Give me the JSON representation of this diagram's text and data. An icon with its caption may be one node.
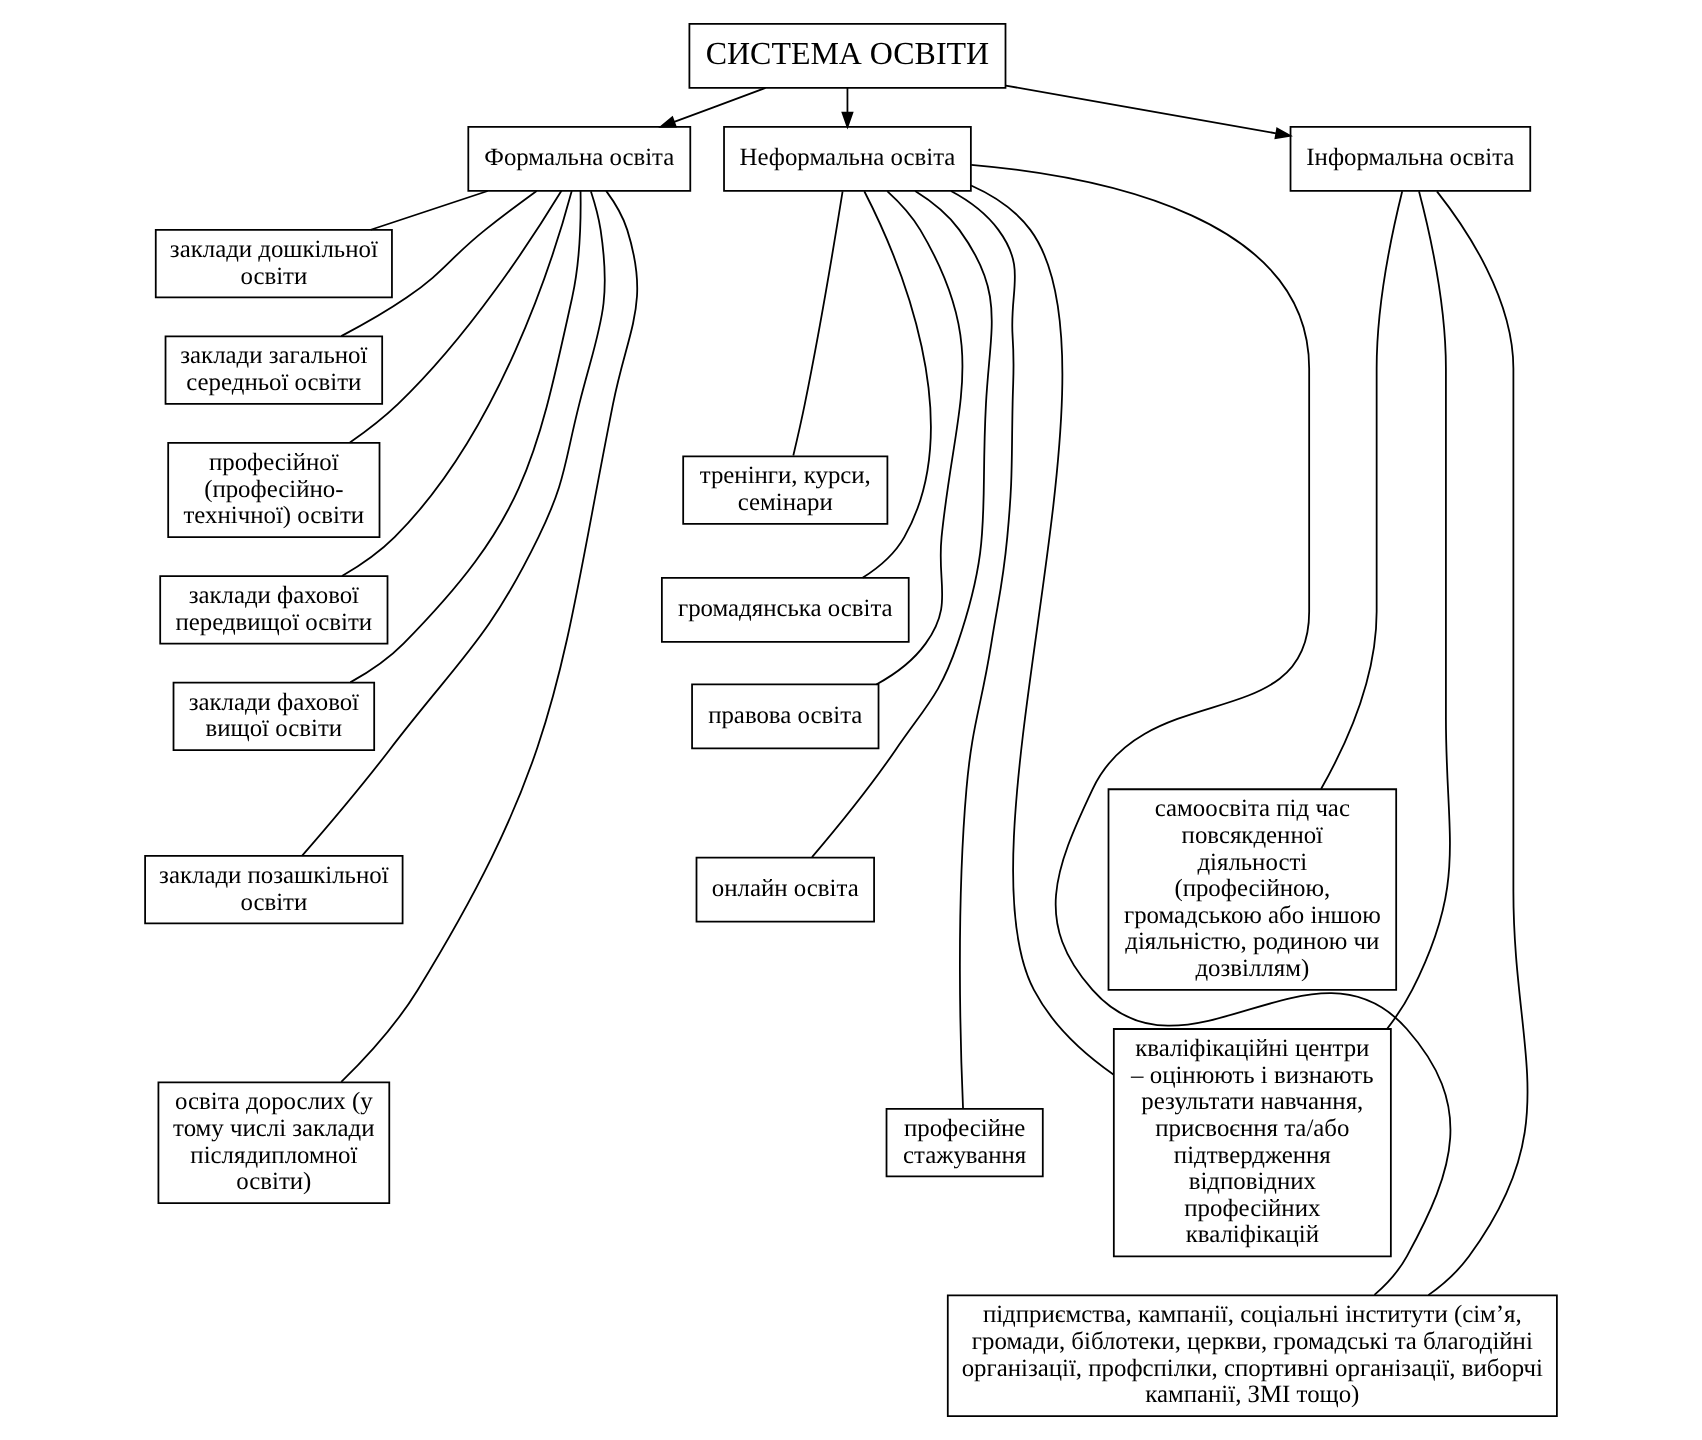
{
  "diagram": {
    "nodes": [
      {
        "text": [
          "СИСТЕМА ОСВІТИ"
        ]
      },
      {
        "text": [
          "Формальна освіта"
        ]
      },
      {
        "text": [
          "Неформальна освіта"
        ]
      },
      {
        "text": [
          "Інформальна освіта"
        ]
      },
      {
        "text": [
          "заклади дошкільної освіти"
        ]
      },
      {
        "text": [
          "заклади загальної середньої освіти"
        ]
      },
      {
        "text": [
          "професійної (професійно-технічної) освіти"
        ]
      },
      {
        "text": [
          "заклади фахової передвищої освіти"
        ]
      },
      {
        "text": [
          "заклади фахової вищої освіти"
        ]
      },
      {
        "text": [
          "заклади позашкільної освіти"
        ]
      },
      {
        "text": [
          "освіта дорослих (у тому числі заклади післядипломної освіти)"
        ]
      },
      {
        "text": [
          "тренінги, курси, семінари"
        ]
      },
      {
        "text": [
          "громадянська освіта"
        ]
      },
      {
        "text": [
          "правова освіта"
        ]
      },
      {
        "text": [
          "онлайн освіта"
        ]
      },
      {
        "text": [
          "професійне стажування"
        ]
      },
      {
        "text": [
          "самоосвіта під час повсякденної діяльності (професійною, громадською або іншою діяльністю, родиною чи дозвіллям)"
        ]
      },
      {
        "text": [
          "кваліфікаційні центри – оцінюють і визнають результати навчання, присвоєння та/або підтвердження відповідних професійних кваліфікацій"
        ]
      },
      {
        "text": [
          "підприємства, кампанії, соціальні інститути (сім’я, громади, біблотеки, церкви, громадські та благодійні організації, профспілки, спортивні організації, виборчі кампанії, ЗМІ тощо)"
        ]
      }
    ],
    "edges": [
      {
        "from": 0,
        "to": 1,
        "arrow": "to"
      },
      {
        "from": 0,
        "to": 2,
        "arrow": "to"
      },
      {
        "from": 0,
        "to": 3,
        "arrow": "to"
      },
      {
        "from": 1,
        "to": 4,
        "arrow": "none"
      },
      {
        "from": 1,
        "to": 5,
        "arrow": "none"
      },
      {
        "from": 1,
        "to": 6,
        "arrow": "none"
      },
      {
        "from": 1,
        "to": 7,
        "arrow": "none"
      },
      {
        "from": 1,
        "to": 8,
        "arrow": "none"
      },
      {
        "from": 1,
        "to": 9,
        "arrow": "none"
      },
      {
        "from": 1,
        "to": 10,
        "arrow": "none"
      },
      {
        "from": 2,
        "to": 11,
        "arrow": "none"
      },
      {
        "from": 2,
        "to": 12,
        "arrow": "none"
      },
      {
        "from": 2,
        "to": 13,
        "arrow": "none"
      },
      {
        "from": 2,
        "to": 14,
        "arrow": "none"
      },
      {
        "from": 2,
        "to": 15,
        "arrow": "none"
      },
      {
        "from": 3,
        "to": 16,
        "arrow": "none"
      },
      {
        "from": 2,
        "to": 18,
        "arrow": "none"
      },
      {
        "from": 2,
        "to": 17,
        "arrow": "none"
      },
      {
        "from": 3,
        "to": 18,
        "arrow": "none"
      },
      {
        "from": 3,
        "to": 17,
        "arrow": "none"
      }
    ]
  }
}
